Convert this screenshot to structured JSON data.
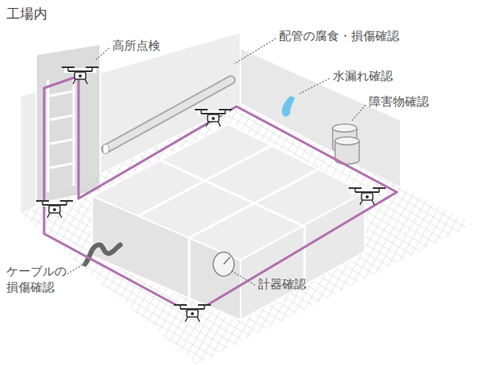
{
  "diagram": {
    "title": "工場内",
    "labels": [
      "高所点検",
      "配管の腐食・損傷確認",
      "水漏れ確認",
      "障害物確認",
      "ケーブルの 損傷確認",
      "計器確認"
    ]
  }
}
